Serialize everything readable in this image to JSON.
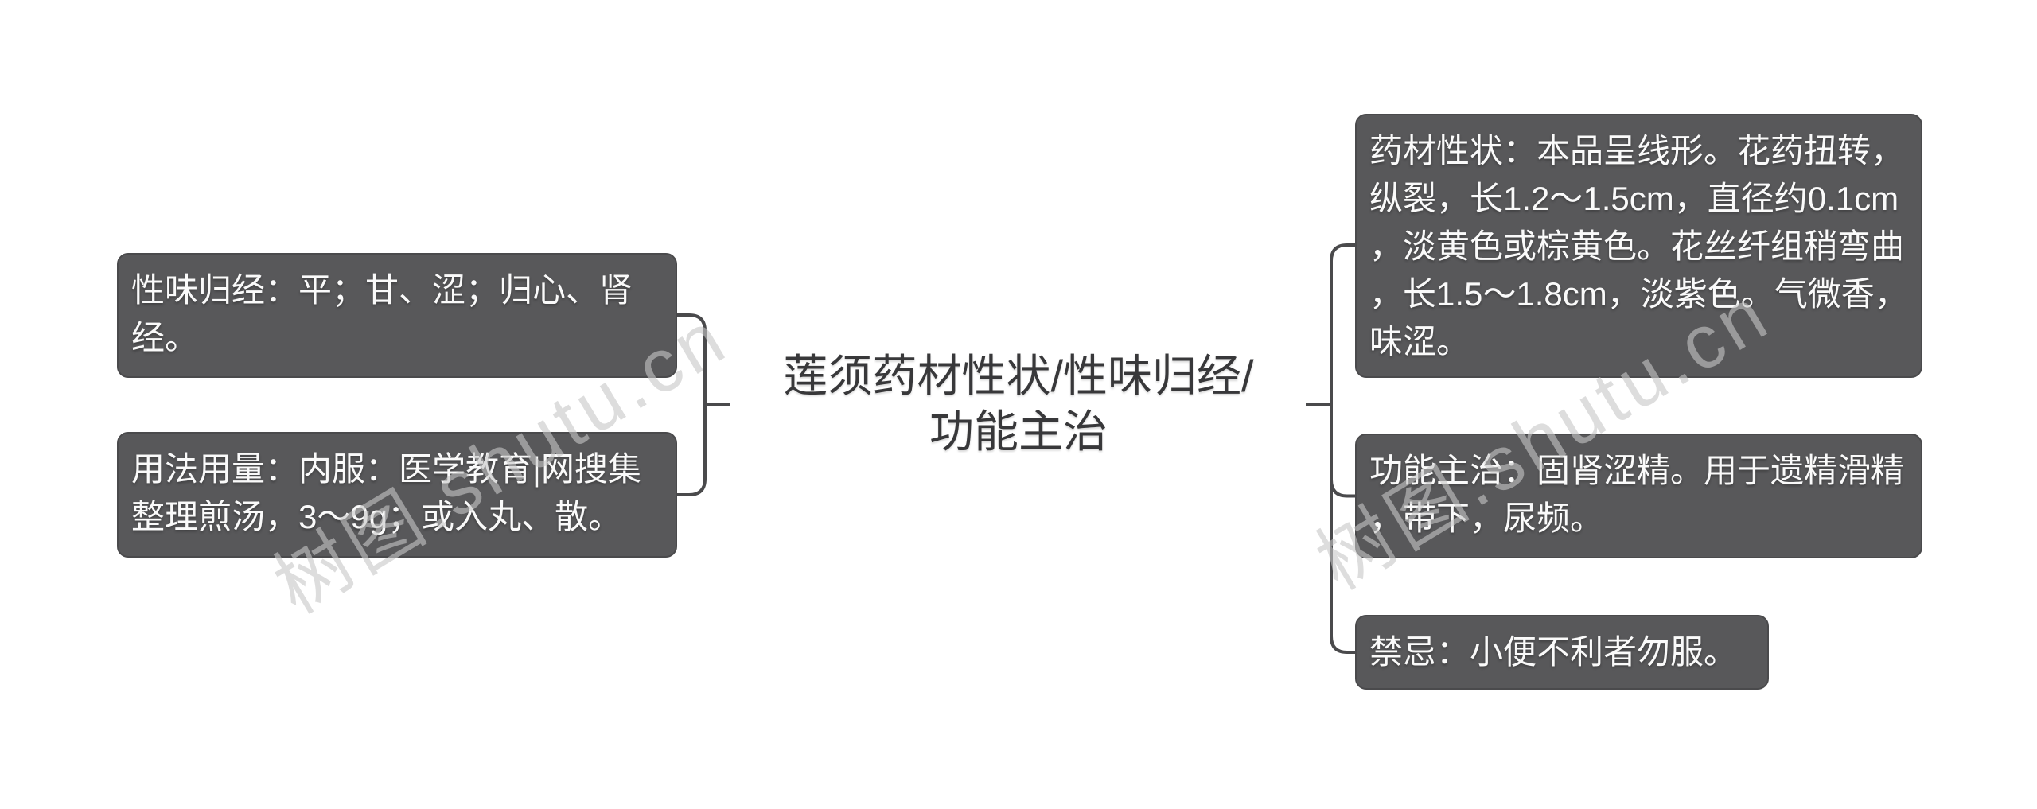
{
  "title": {
    "text": "莲须药材性状/性味归经/功能主治"
  },
  "watermark": {
    "text": "树图.shutu.cn"
  },
  "left_nodes": [
    {
      "id": "xingwei-guijing",
      "text": "性味归经：平；甘、涩；归心、肾经。"
    },
    {
      "id": "yongfa-yongliang",
      "text": "用法用量：内服：医学教育|网搜集整理煎汤，3～9g；或入丸、散。"
    }
  ],
  "right_nodes": [
    {
      "id": "yaocai-xingzhuang",
      "text": "药材性状：本品呈线形。花药扭转，纵裂，长1.2～1.5cm，直径约0.1cm，淡黄色或棕黄色。花丝纤组稍弯曲，长1.5～1.8cm，淡紫色。气微香，味涩。"
    },
    {
      "id": "gongneng-zhuzhi",
      "text": "功能主治：固肾涩精。用于遗精滑精，带下，尿频。"
    },
    {
      "id": "jinji",
      "text": "禁忌：小便不利者勿服。"
    }
  ],
  "colors": {
    "background": "#FFFFFF",
    "node_bg": "#58585A",
    "node_border": "#4A4A4C",
    "node_text": "#FAFAFA",
    "title_text": "#38383A",
    "connector": "#4A4A4C",
    "watermark": "#C6C6C6"
  }
}
